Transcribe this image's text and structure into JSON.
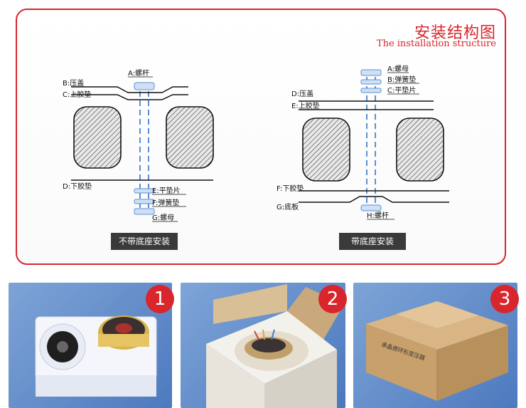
{
  "header": {
    "title_cn": "安装结构图",
    "title_en": "The installation structure"
  },
  "left_diagram": {
    "caption": "不带底座安装",
    "labels": {
      "a": "A:螺杆",
      "b": "B:压盖",
      "c": "C:上胶垫",
      "d": "D:下胶垫",
      "e": "E:平垫片",
      "f": "F:弹簧垫",
      "g": "G:螺母"
    }
  },
  "right_diagram": {
    "caption": "带底座安装",
    "labels": {
      "a": "A:螺母",
      "b": "B:弹簧垫",
      "c": "C:平垫片",
      "d": "D:压盖",
      "e": "E:上胶垫",
      "f": "F:下胶垫",
      "g": "G:底板",
      "h": "H:螺杆"
    }
  },
  "steps": [
    {
      "number": "1"
    },
    {
      "number": "2"
    },
    {
      "number": "3",
      "box_text": "承晶德环形变压器"
    }
  ],
  "colors": {
    "accent": "#d8262c",
    "caption_bg": "#3a3a3a"
  }
}
